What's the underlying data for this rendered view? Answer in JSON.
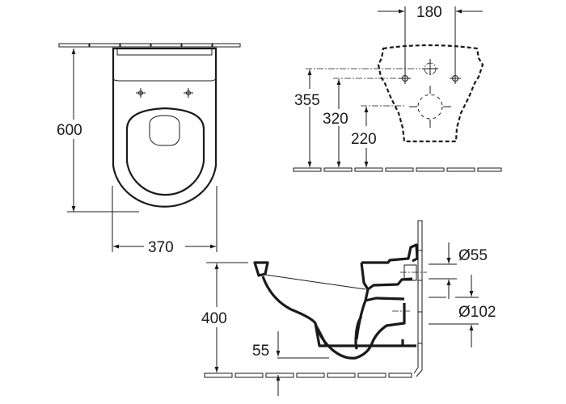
{
  "drawing": {
    "top_view": {
      "depth_label": "600",
      "width_label": "370"
    },
    "rear_view": {
      "spacing_label": "180",
      "height_label_1": "355",
      "height_label_2": "320",
      "height_label_3": "220"
    },
    "side_view": {
      "height_label": "400",
      "bottom_label": "55",
      "inlet_label": "Ø55",
      "outlet_label": "Ø102"
    }
  }
}
